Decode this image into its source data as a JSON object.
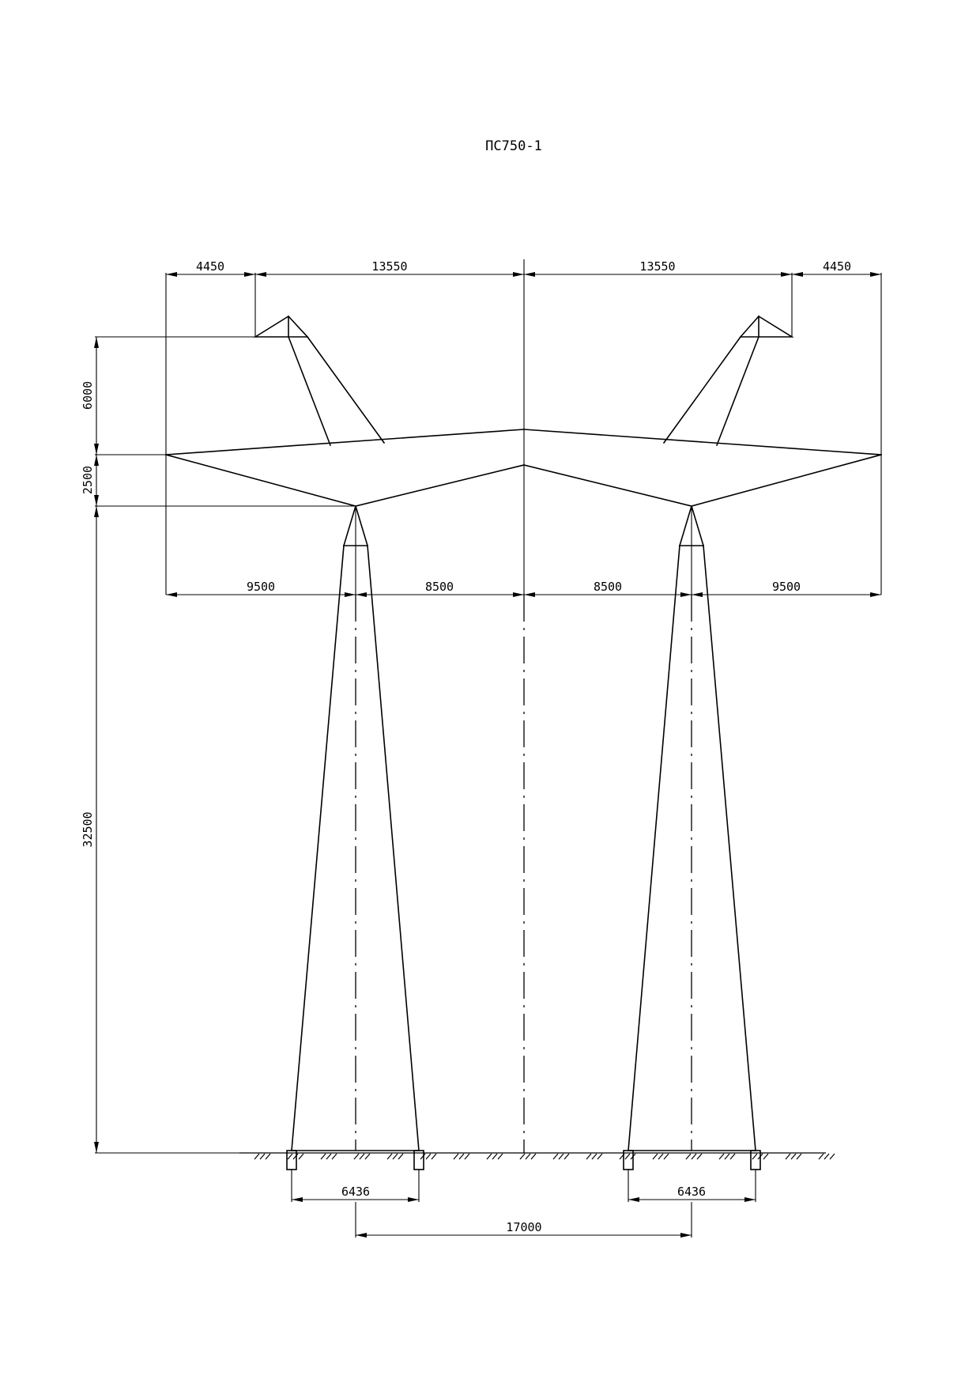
{
  "drawing": {
    "title": "ПС750-1",
    "top_dims": [
      "4450",
      "13550",
      "13550",
      "4450"
    ],
    "arm_dims": [
      "9500",
      "8500",
      "8500",
      "9500"
    ],
    "left_vertical_dims": [
      "6000",
      "2500",
      "32500"
    ],
    "base_width_dims": [
      "6436",
      "6436"
    ],
    "leg_spacing_dim": "17000"
  }
}
